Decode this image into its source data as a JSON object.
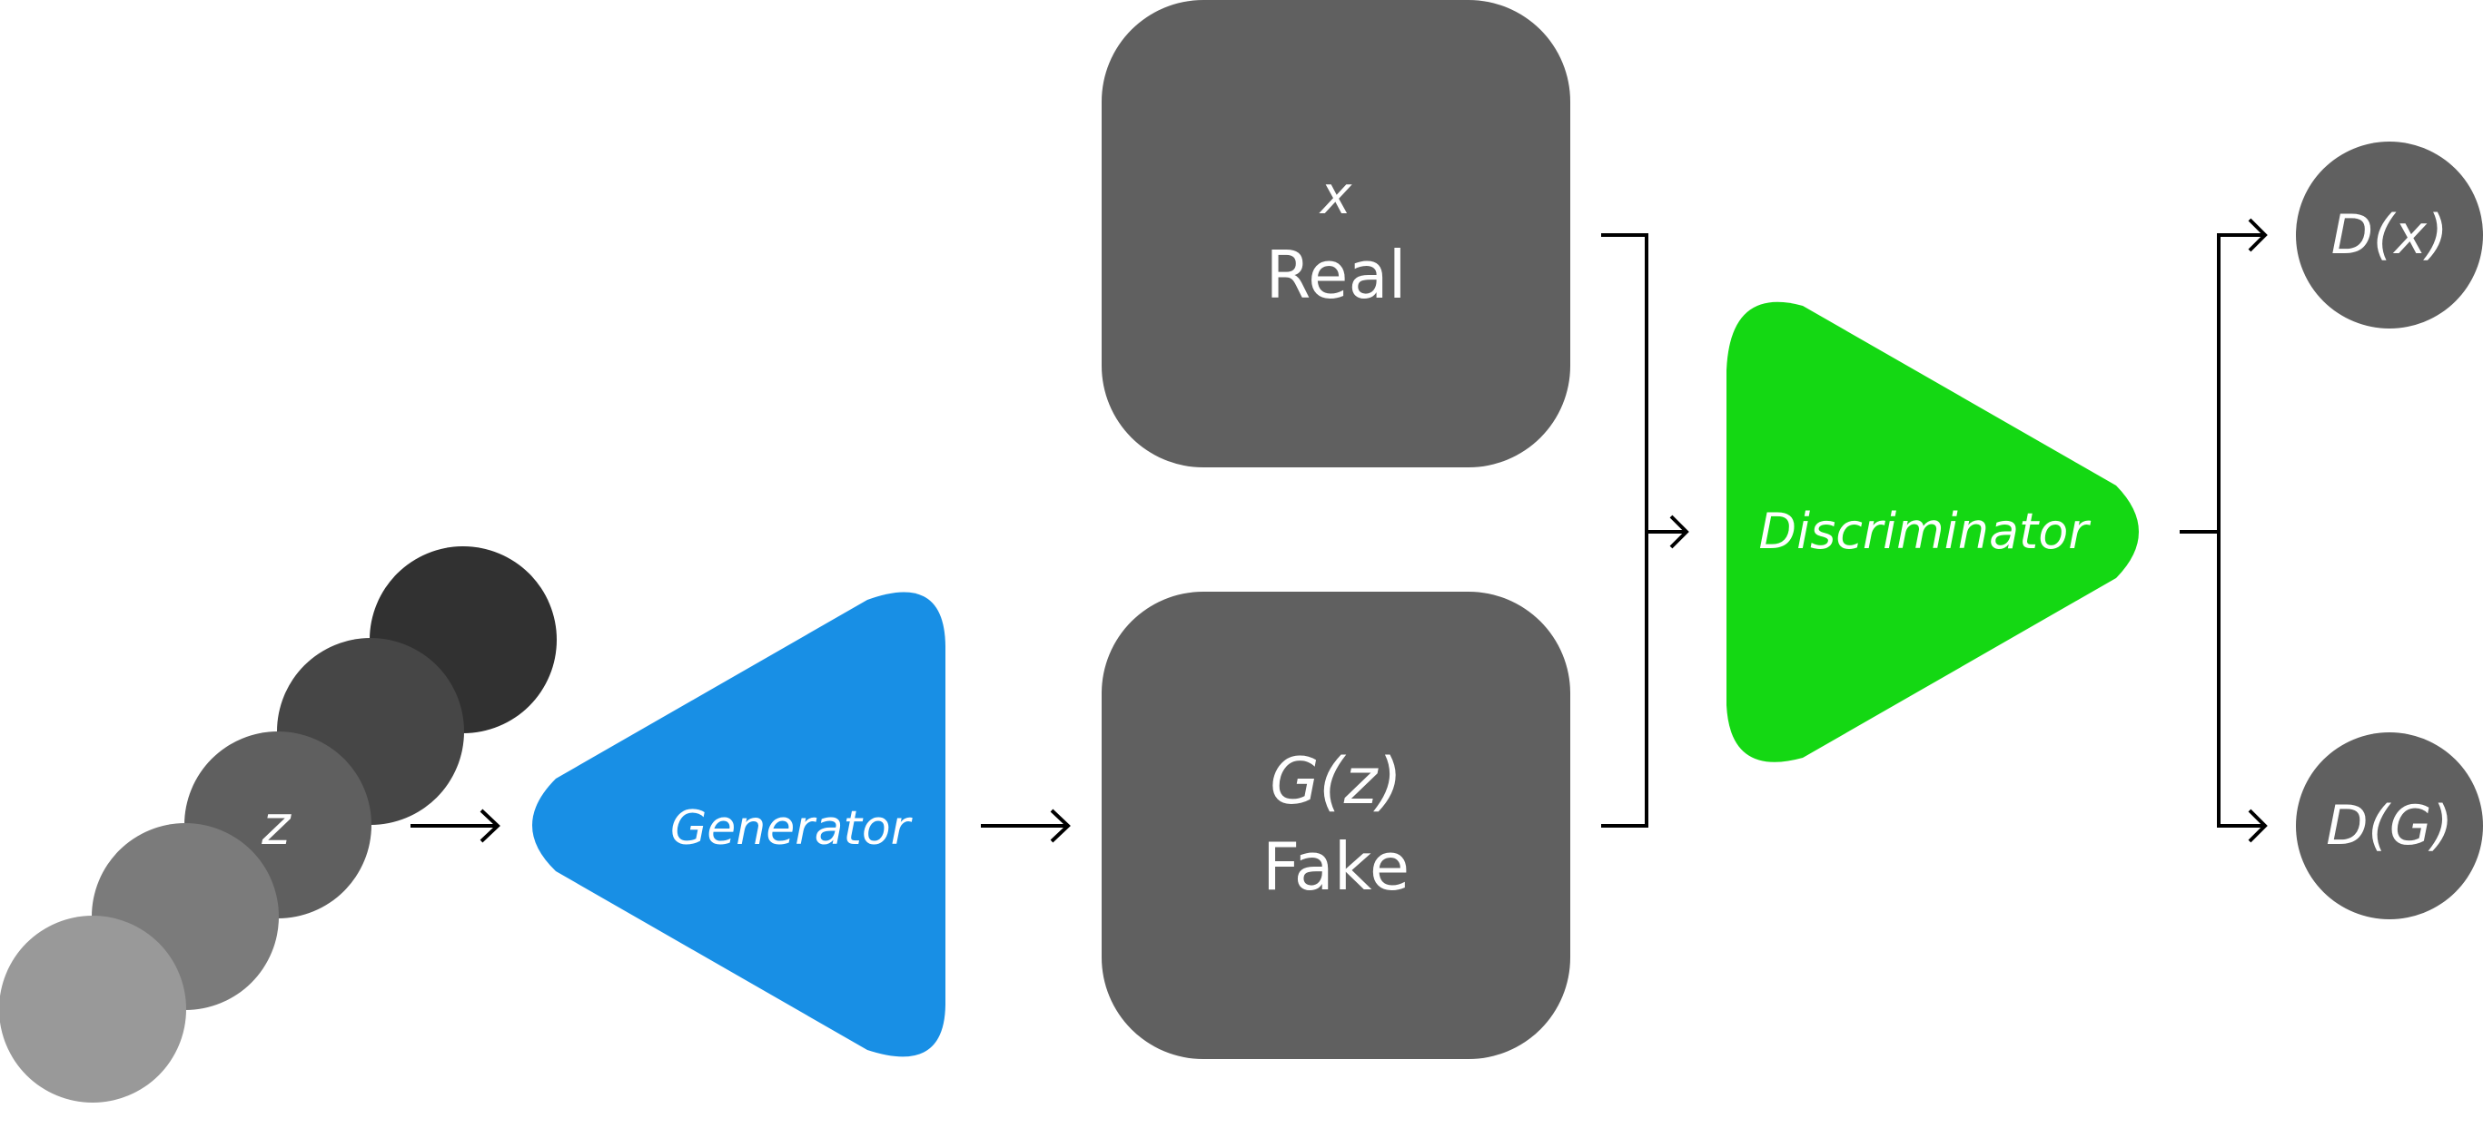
{
  "colors": {
    "background": "#ffffff",
    "box": "#606060",
    "generator": "#188fe5",
    "discriminator": "#14d813",
    "output_circle": "#606060",
    "line": "#000000",
    "noise_stack": [
      "#999999",
      "#7b7b7b",
      "#5f5f5f",
      "#464646",
      "#313131"
    ]
  },
  "noise": {
    "label": "z"
  },
  "generator": {
    "label": "Generator"
  },
  "real_box": {
    "symbol": "x",
    "label": "Real"
  },
  "fake_box": {
    "symbol": "G(z)",
    "label": "Fake"
  },
  "discriminator": {
    "label": "Discriminator"
  },
  "outputs": [
    {
      "label": "D(x)"
    },
    {
      "label": "D(G)"
    }
  ]
}
